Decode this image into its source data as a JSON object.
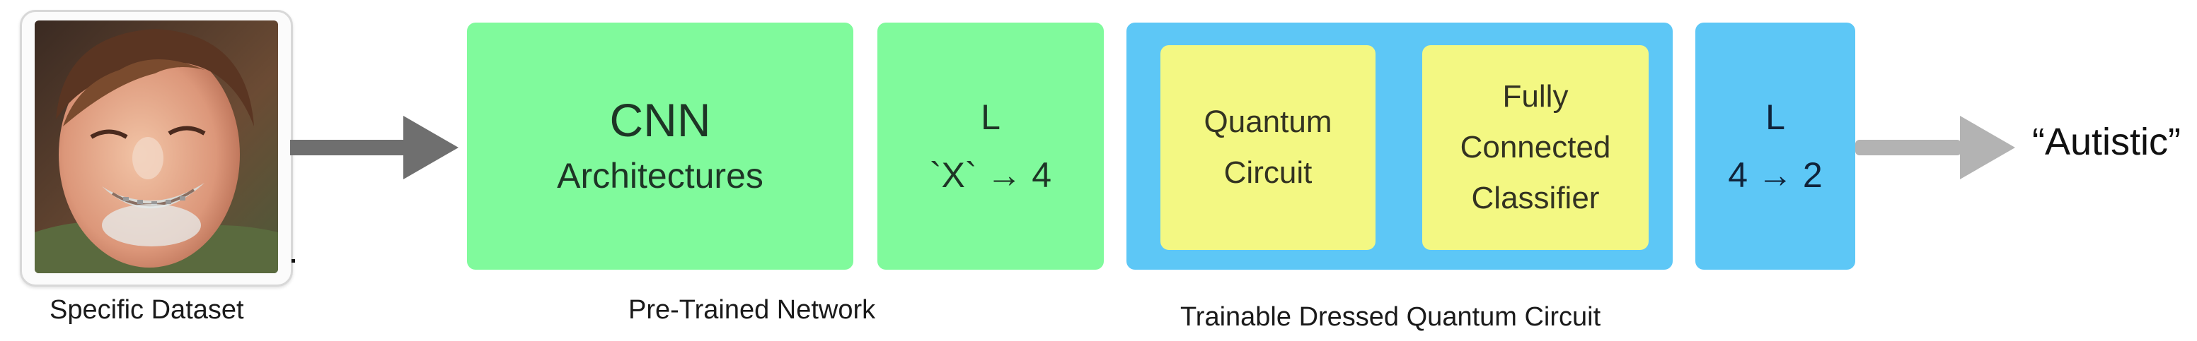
{
  "input": {
    "caption": "Specific Dataset",
    "image_description": "portrait"
  },
  "pretrained": {
    "caption": "Pre-Trained Network",
    "cnn_title": "CNN",
    "cnn_subtitle": "Architectures",
    "layer_title": "L",
    "layer_mapping": "`X` → 4"
  },
  "dressed": {
    "caption": "Trainable Dressed Quantum Circuit",
    "quantum_line1": "Quantum",
    "quantum_line2": "Circuit",
    "fc_line1": "Fully",
    "fc_line2": "Connected",
    "fc_line3": "Classifier"
  },
  "output_layer": {
    "title": "L",
    "mapping": "4 → 2"
  },
  "output": {
    "label": "“Autistic”"
  },
  "colors": {
    "green": "#80fa9c",
    "blue": "#5dc7f6",
    "yellow": "#f3f883",
    "arrow_dark": "#6f6f6f",
    "arrow_light": "#b3b3b3"
  }
}
